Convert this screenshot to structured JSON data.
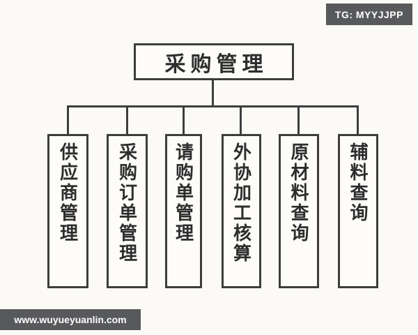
{
  "theme": {
    "page_bg": "#fbfaf6",
    "line_color": "#3d3d3d",
    "box_bg": "#fdfcf9",
    "text_color": "#2d2d2d",
    "badge_bg": "#58595b",
    "badge_text": "#ffffff"
  },
  "badge": {
    "label": "TG: MYYJJPP"
  },
  "watermark": {
    "label": "www.wuyueyuanlin.com"
  },
  "tree": {
    "root": {
      "label": "采购管理"
    },
    "children": [
      {
        "label": "供应商管理"
      },
      {
        "label": "采购订单管理"
      },
      {
        "label": "请购单管理"
      },
      {
        "label": "外协加工核算"
      },
      {
        "label": "原材料查询"
      },
      {
        "label": "辅料查询"
      }
    ]
  }
}
